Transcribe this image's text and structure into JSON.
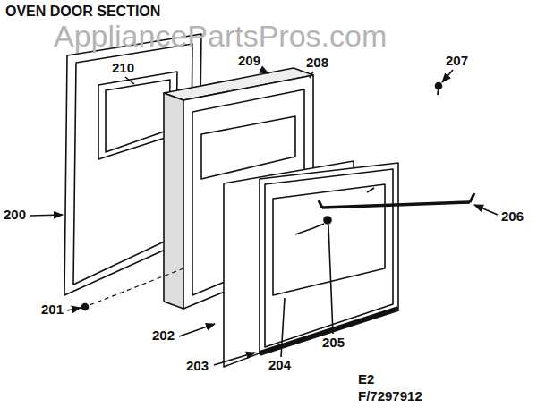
{
  "diagram": {
    "title": "OVEN DOOR SECTION",
    "labels": [
      "AppliancePartsPros.com",
      "210",
      "209",
      "208",
      "207",
      "200",
      "206",
      "201",
      "202",
      "205",
      "203",
      "204",
      "E2",
      "F/7297912"
    ]
  }
}
